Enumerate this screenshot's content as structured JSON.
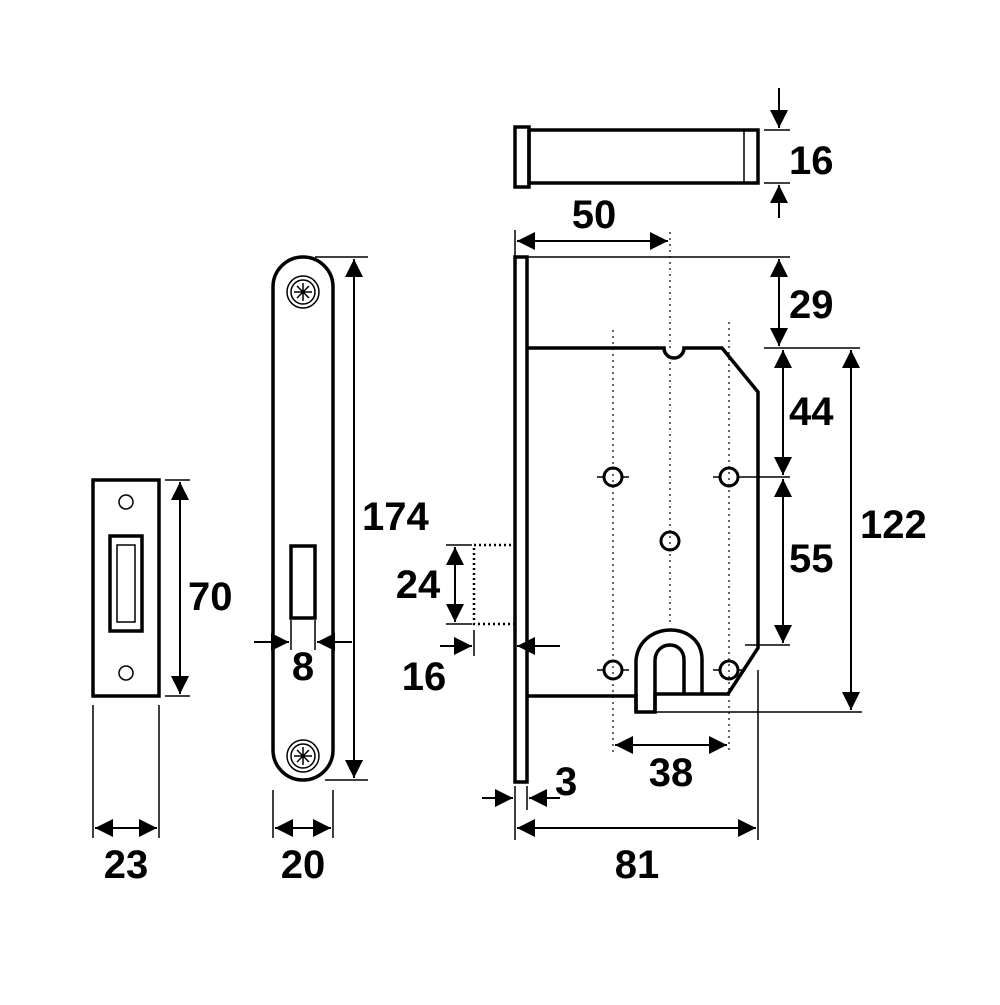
{
  "dimensions": {
    "strike_plate_height": "70",
    "strike_plate_width": "23",
    "faceplate_height": "174",
    "faceplate_width": "20",
    "faceplate_slot_width": "8",
    "cylinder_length": "16",
    "backset": "50",
    "top_to_case": "29",
    "top_to_center": "44",
    "center_to_center": "55",
    "case_height": "122",
    "latch_height": "24",
    "latch_throw": "16",
    "faceplate_thickness": "3",
    "cylinder_hole_spacing": "38",
    "case_depth": "81"
  }
}
